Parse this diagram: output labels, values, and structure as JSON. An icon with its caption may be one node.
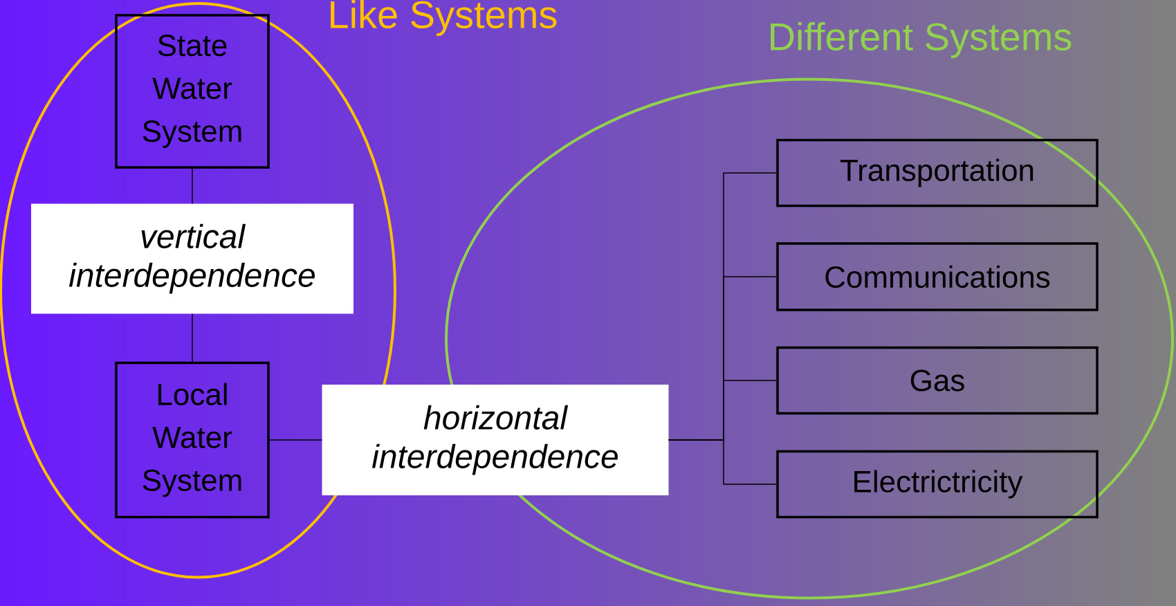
{
  "diagram": {
    "nodes": [
      {
        "text": [
          "Like Systems"
        ]
      },
      {
        "text": [
          "Different Systems"
        ]
      },
      {
        "text": [
          "State Water System"
        ],
        "in": 0
      },
      {
        "text": [
          "vertical interdependence"
        ],
        "in": 0
      },
      {
        "text": [
          "Local Water System"
        ],
        "in": 0
      },
      {
        "text": [
          "horizontal interdependence"
        ]
      },
      {
        "text": [
          "Transportation"
        ],
        "in": 1
      },
      {
        "text": [
          "Communications"
        ],
        "in": 1
      },
      {
        "text": [
          "Gas"
        ],
        "in": 1
      },
      {
        "text": [
          "Electrictricity"
        ],
        "in": 1
      }
    ],
    "edges": [
      {
        "from": 2,
        "to": 3,
        "arrow": "none"
      },
      {
        "from": 3,
        "to": 4,
        "arrow": "none"
      },
      {
        "from": 4,
        "to": 5,
        "arrow": "none"
      },
      {
        "from": 5,
        "to": 6,
        "arrow": "none"
      },
      {
        "from": 5,
        "to": 7,
        "arrow": "none"
      },
      {
        "from": 5,
        "to": 8,
        "arrow": "none"
      },
      {
        "from": 5,
        "to": 9,
        "arrow": "none"
      }
    ]
  }
}
